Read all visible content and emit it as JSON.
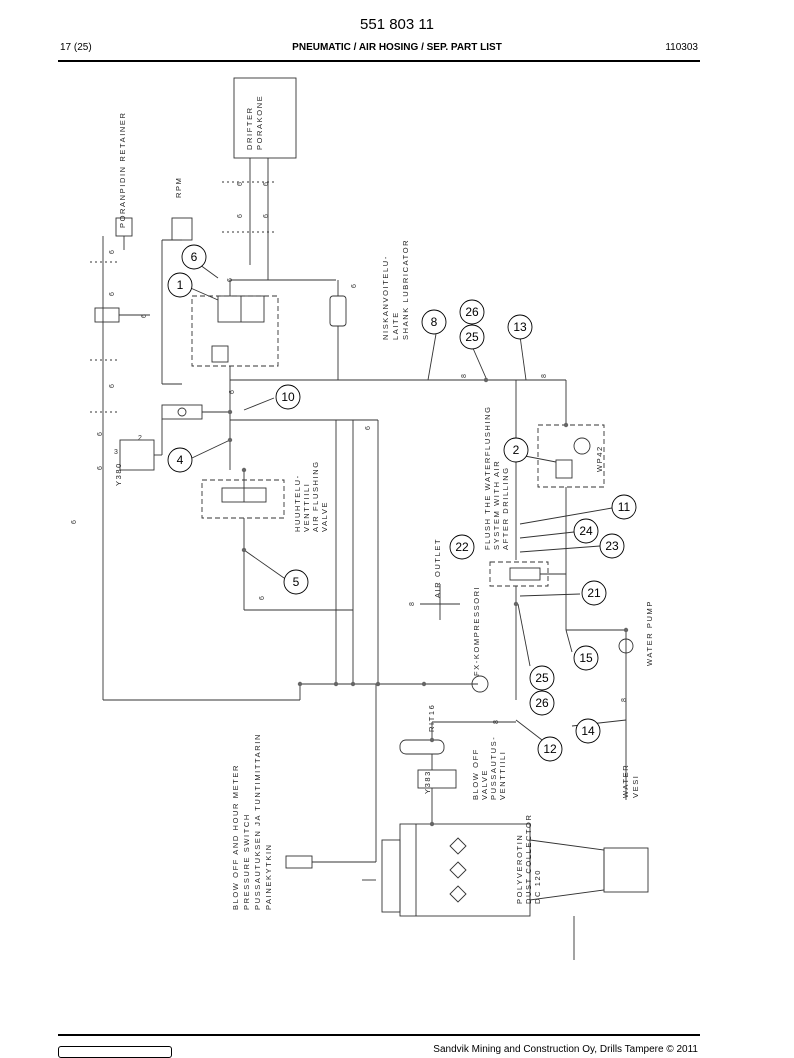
{
  "header": {
    "doc_number": "551 803 11",
    "page": "17 (25)",
    "title": "PNEUMATIC / AIR HOSING / SEP. PART LIST",
    "code": "110303"
  },
  "footer": {
    "copyright": "Sandvik Mining and Construction Oy, Drills Tampere © 2011"
  },
  "labels": {
    "poranpidin": "PORANPIDIN  RETAINER",
    "rpm": "RPM",
    "drifter": "DRIFTER",
    "porakone": "PORAKONE",
    "niskanvoitelu_1": "NISKANVOITELU-",
    "niskanvoitelu_2": "LAITE",
    "niskanvoitelu_3": "SHANK  LUBRICATOR",
    "huuhtelu_1": "HUUHTELU-",
    "huuhtelu_2": "VENTTIILI",
    "huuhtelu_3": "AIR  FLUSHING",
    "huuhtelu_4": "VALVE",
    "flush_1": "FLUSH  THE  WATERFLUSHING",
    "flush_2": "SYSTEM  WITH  AIR",
    "flush_3": "AFTER  DRILLING",
    "wp42": "WP42",
    "air_outlet": "AIR  OUTLET",
    "fx_kompressori": "FX-KOMPRESSORI",
    "water_pump": "WATER  PUMP",
    "rit16": "RIT16",
    "y380": "Y380",
    "y380_port3": "3",
    "y380_port2": "2",
    "y383": "Y383",
    "blowoff_1": "BLOW  OFF",
    "blowoff_2": "VALVE",
    "blowoff_3": "PUSSAUTUS-",
    "blowoff_4": "VENTTIILI",
    "polyverotin_1": "POLYVEROTIN",
    "polyverotin_2": "DUST  COLLECTOR",
    "polyverotin_3": "DC 120",
    "blowoff_hour_1": "BLOW  OFF  AND  HOUR  METER",
    "blowoff_hour_2": "PRESSURE  SWITCH",
    "blowoff_hour_3": "PUSSAUTUKSEN  JA  TUNTIMITTARIN",
    "blowoff_hour_4": "PAINEKYTKIN",
    "water": "WATER",
    "vesi": "VESI"
  },
  "sizes": {
    "s6": "6",
    "s8": "8"
  },
  "callouts": {
    "c1": "1",
    "c2": "2",
    "c4": "4",
    "c5": "5",
    "c6": "6",
    "c8": "8",
    "c10": "10",
    "c11": "11",
    "c12": "12",
    "c13": "13",
    "c14": "14",
    "c15": "15",
    "c21": "21",
    "c22": "22",
    "c23": "23",
    "c24": "24",
    "c25": "25",
    "c26": "26",
    "c25b": "25",
    "c26b": "26"
  }
}
